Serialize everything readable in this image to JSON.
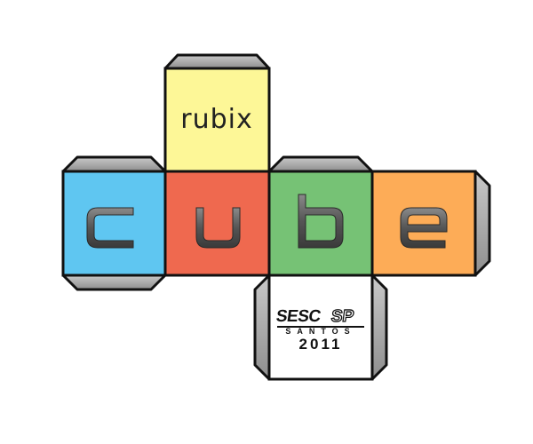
{
  "colors": {
    "background": "#ffffff",
    "outline": "#111111",
    "flap": "#a9a9a9",
    "top_face": "#fdf797",
    "face_c": "#5fc6f1",
    "face_u": "#ef694f",
    "face_b": "#76c275",
    "face_e": "#fdac57",
    "bottom_face": "#ffffff",
    "letter_fill": "#6b6b6b"
  },
  "top_face": {
    "text": "rubix"
  },
  "faces": [
    {
      "letter": "c"
    },
    {
      "letter": "u"
    },
    {
      "letter": "b"
    },
    {
      "letter": "e"
    }
  ],
  "bottom_face": {
    "brand_main": "SESC",
    "brand_suffix": "SP",
    "city": "SANTOS",
    "year": "2011"
  }
}
